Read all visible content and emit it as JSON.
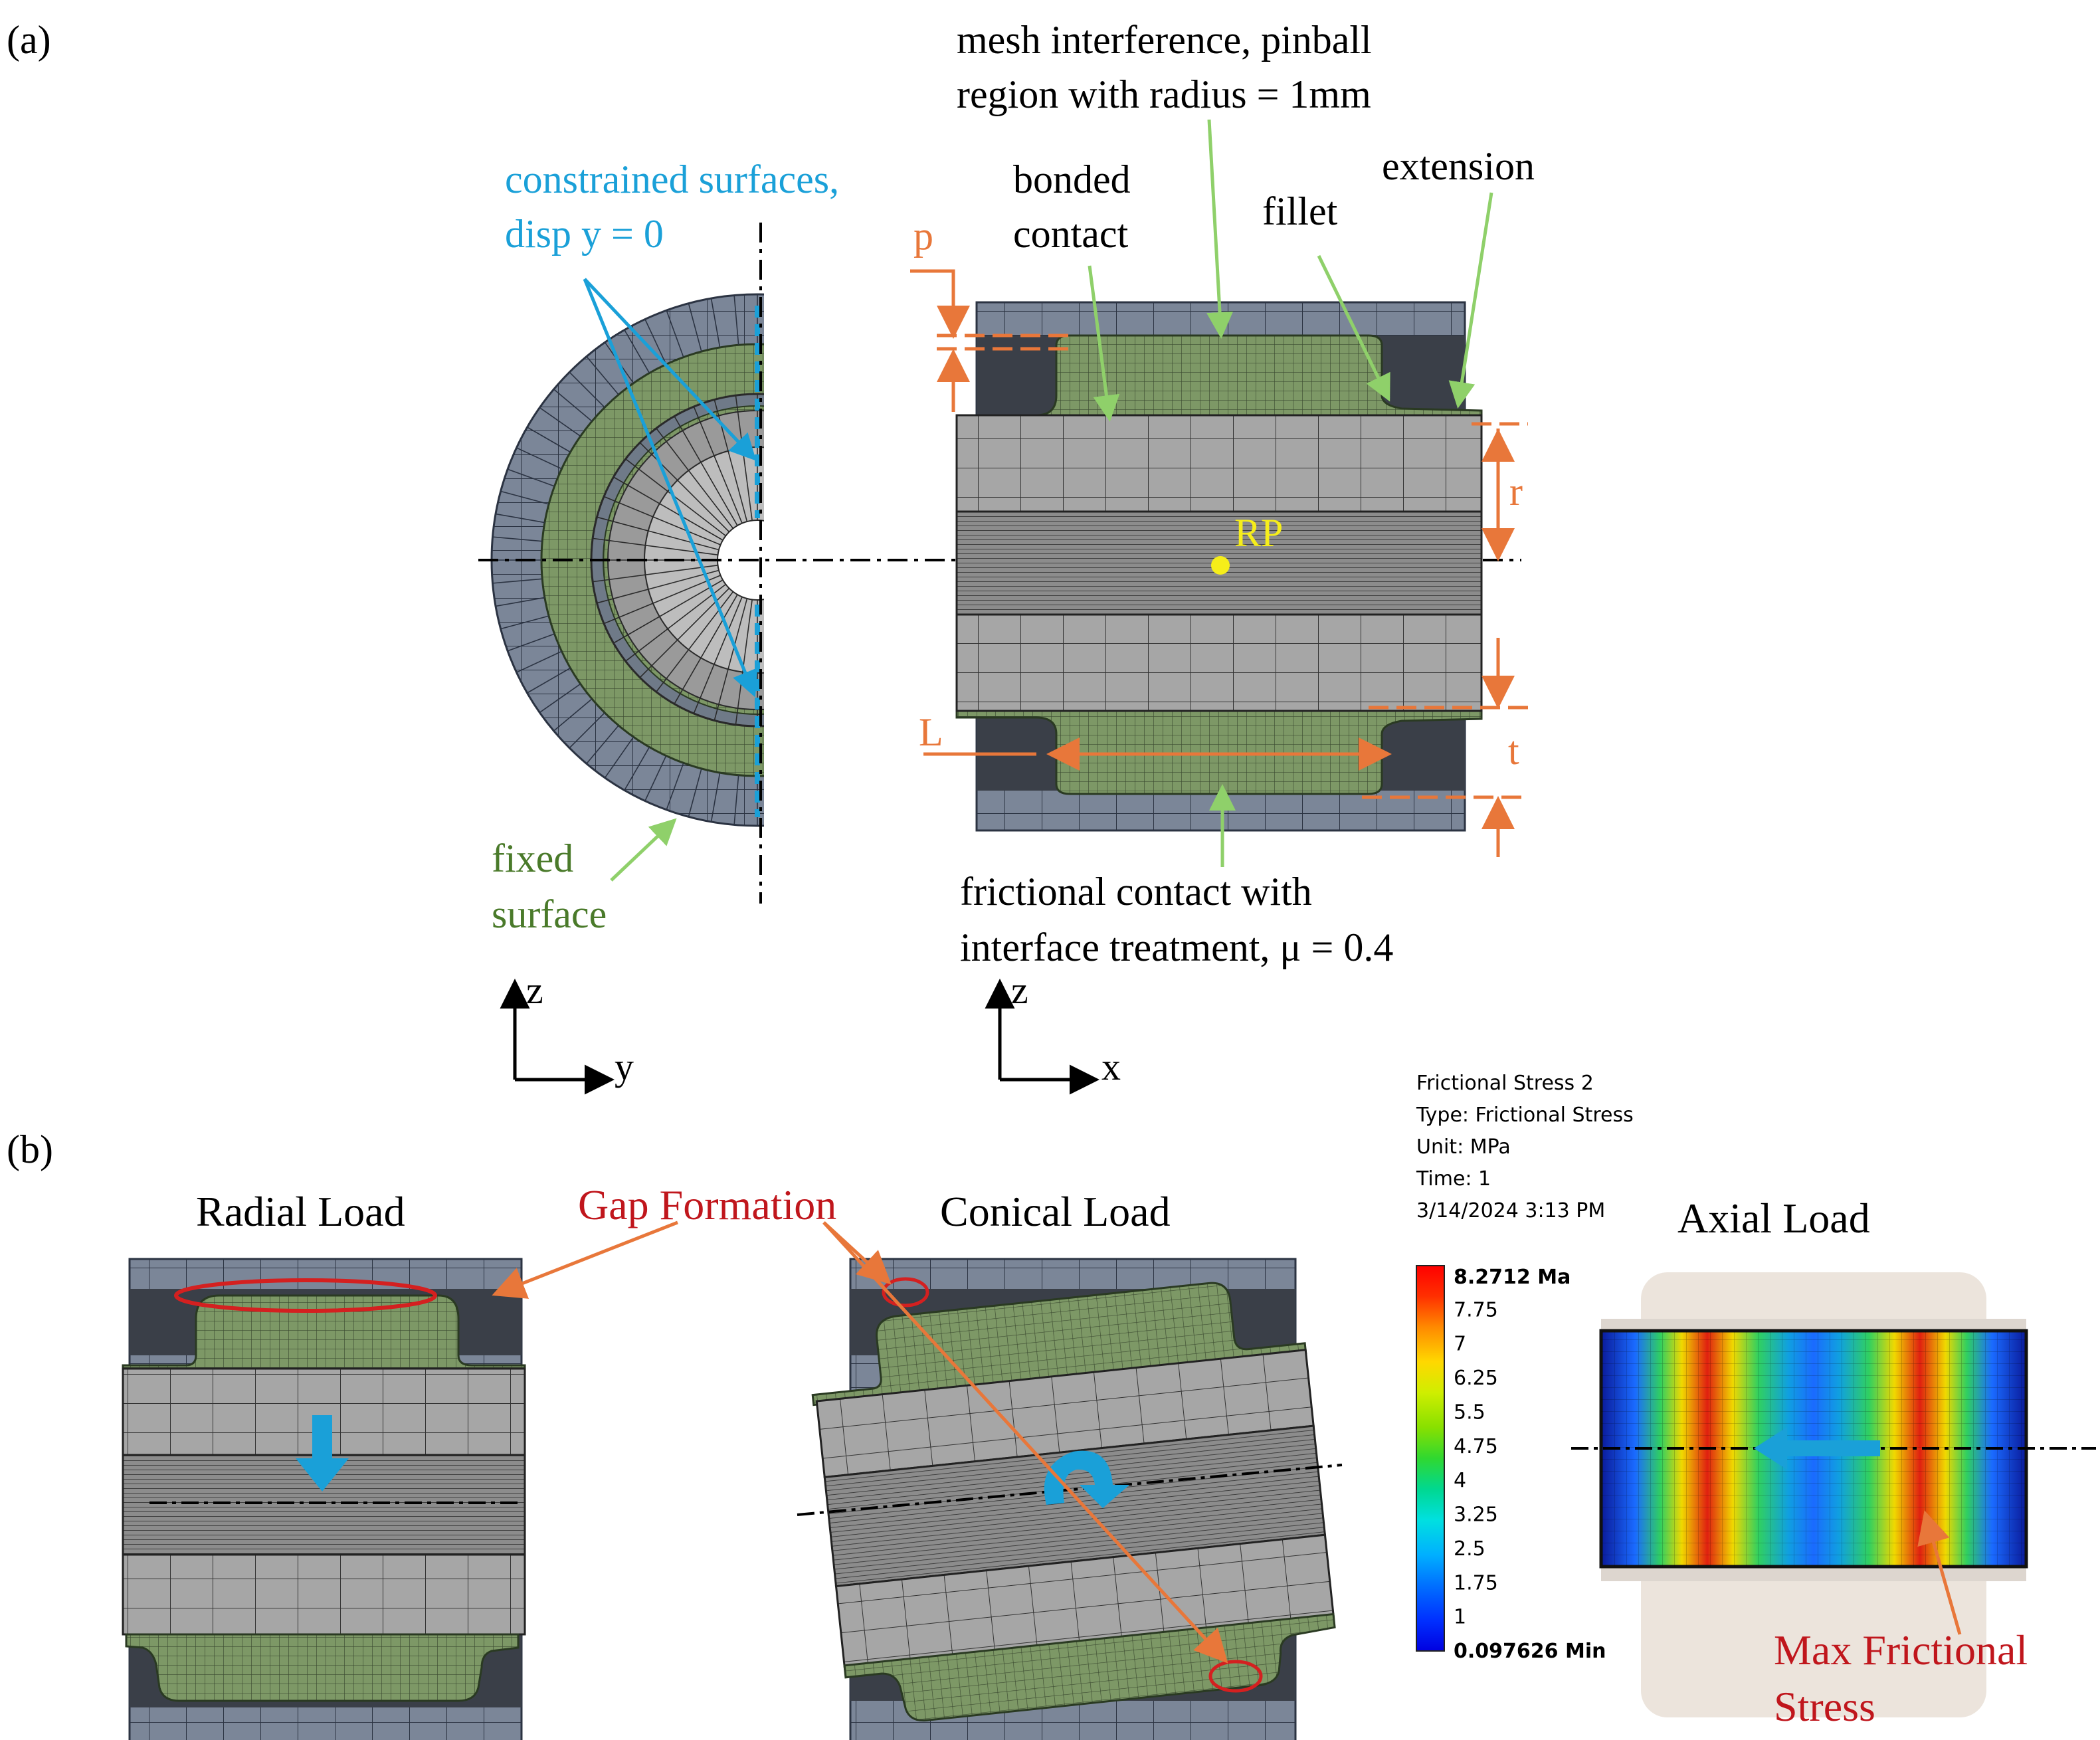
{
  "panel_a": {
    "label": "(a)",
    "annotations": {
      "constrained_line1": "constrained surfaces,",
      "constrained_line2": "disp y = 0",
      "mesh_line1": "mesh interference, pinball",
      "mesh_line2": "region with radius = 1mm",
      "bonded_line1": "bonded",
      "bonded_line2": "contact",
      "fillet": "fillet",
      "extension": "extension",
      "p": "p",
      "r": "r",
      "rp": "RP",
      "L": "L",
      "t": "t",
      "fixed_line1": "fixed",
      "fixed_line2": "surface",
      "frictional_line1": "frictional contact with",
      "frictional_line2": "interface treatment, μ = 0.4"
    },
    "axes_left": {
      "vertical": "z",
      "horizontal": "y"
    },
    "axes_right": {
      "vertical": "z",
      "horizontal": "x"
    }
  },
  "panel_b": {
    "label": "(b)",
    "radial_title": "Radial Load",
    "conical_title": "Conical Load",
    "axial_title": "Axial Load",
    "gap_formation": "Gap Formation",
    "max_stress_line1": "Max Frictional",
    "max_stress_line2": "Stress"
  },
  "legend": {
    "title": "Frictional Stress 2",
    "type": "Type: Frictional Stress",
    "unit": "Unit: MPa",
    "time": "Time: 1",
    "date": "3/14/2024 3:13 PM",
    "max_label": "8.2712 Ma",
    "min_label": "0.097626 Min",
    "ticks": [
      "7.75",
      "7",
      "6.25",
      "5.5",
      "4.75",
      "4",
      "3.25",
      "2.5",
      "1.75",
      "1"
    ],
    "colors": [
      "#ff0000",
      "#ff5a00",
      "#ff9a00",
      "#ffd700",
      "#ccee00",
      "#88e000",
      "#30d830",
      "#00d88a",
      "#00e0e0",
      "#00b0ff",
      "#0070ff",
      "#0030ff",
      "#0000e8"
    ]
  },
  "colors": {
    "orange": "#e8773a",
    "blue_label": "#1aa0d8",
    "green_label": "#4a7a2a",
    "green_arrow": "#8fd06a",
    "red": "#c0161c",
    "mesh_gray": "#7b8698",
    "rubber": "#7f9a66",
    "core": "#a8a8a8"
  }
}
